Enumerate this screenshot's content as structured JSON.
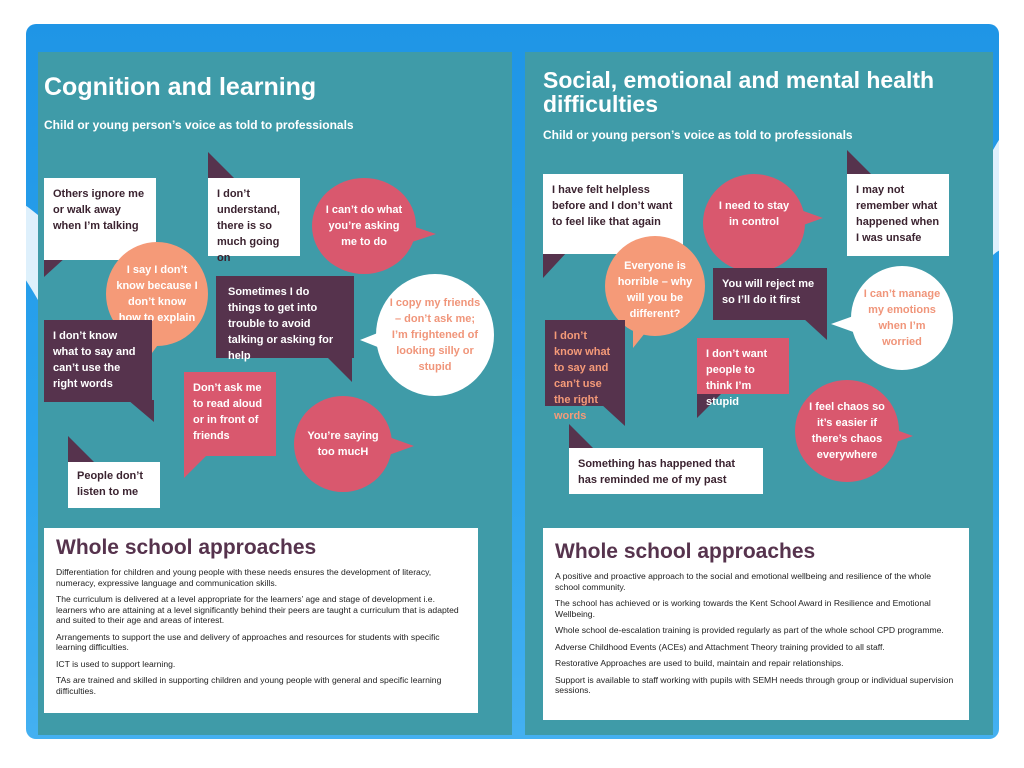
{
  "left": {
    "title": "Cognition and learning",
    "subtitle": "Child or young person’s voice as told to professionals",
    "bubbles": [
      "Others ignore me or walk away when I’m talking",
      "I don’t understand, there is so much going on",
      "I can’t do what you’re asking me to do",
      "I say I don’t know because I don’t know how to explain",
      "Sometimes I do things to get into trouble to avoid talking or asking for help",
      "I copy my friends – don’t ask me; I’m frightened of looking silly or stupid",
      "I don’t know what to say and can’t use the right words",
      "Don’t ask me to read aloud or in front of friends",
      "You’re saying too mucH",
      "People don’t listen to me"
    ],
    "approaches_title": "Whole school approaches",
    "approaches": [
      "Differentiation for children and young people with these needs ensures the development of literacy, numeracy, expressive language and communication skills.",
      "The curriculum is delivered at a level appropriate for the learners’ age and stage of development i.e. learners who are attaining at a level significantly behind their peers are taught a curriculum that is adapted and suited to their age and areas of interest.",
      "Arrangements to support the use and delivery of approaches and resources for students with specific learning difficulties.",
      "ICT is used to support learning.",
      "TAs are trained and skilled in supporting children and young people with general and specific learning difficulties."
    ]
  },
  "right": {
    "title": "Social, emotional and mental health difficulties",
    "subtitle": "Child or young person’s voice as told to professionals",
    "bubbles": [
      "I have felt helpless before and I don’t want to feel like that again",
      "I need to stay in control",
      "I may not remember what happened when I was unsafe",
      "Everyone is horrible – why will you be different?",
      "You will reject me so I’ll do it first",
      "I can’t manage my emotions when I’m worried",
      "I don’t know what to say and can’t use the right words",
      "I don’t want people to think I’m stupid",
      "I feel chaos so it’s easier if there’s chaos everywhere",
      "Something has happened that has reminded me of my past"
    ],
    "approaches_title": "Whole school approaches",
    "approaches": [
      "A positive and proactive approach to the social and emotional wellbeing and resilience of the whole school community.",
      "The school has achieved or is working towards the Kent School Award in Resilience and Emotional Wellbeing.",
      "Whole school de-escalation training is provided regularly as part of the whole school CPD programme.",
      "Adverse Childhood Events (ACEs) and Attachment Theory training provided to all staff.",
      "Restorative Approaches are used to build, maintain and repair relationships.",
      "Support is available to staff working with pupils with SEMH needs through group or individual supervision sessions."
    ]
  },
  "colors": {
    "teal": "#3f9ba8",
    "plum": "#56334d",
    "pink": "#d9586e",
    "orange": "#f59a78",
    "blue": "#1f95e6"
  }
}
